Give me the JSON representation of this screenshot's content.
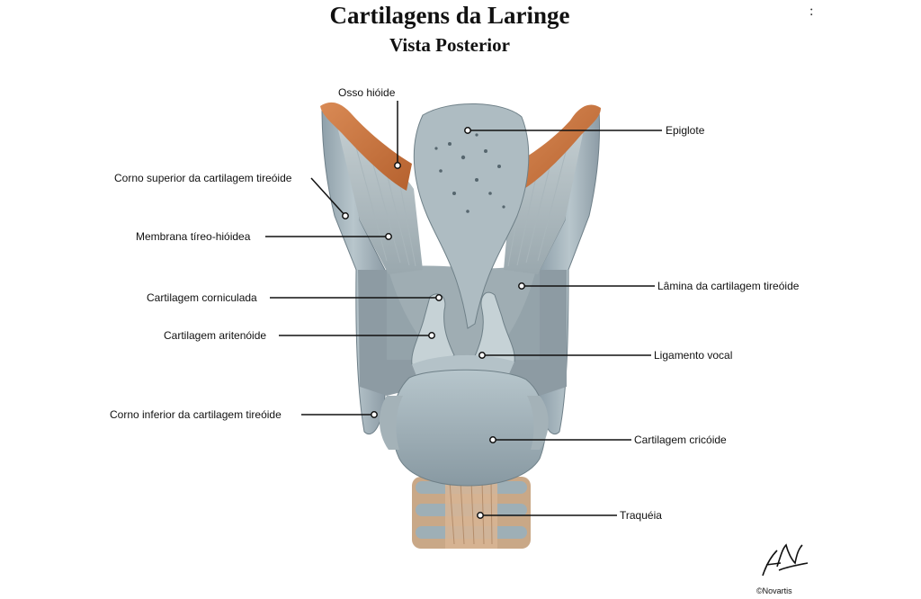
{
  "title": "Cartilagens da Laringe",
  "subtitle": "Vista Posterior",
  "corner_mark": ":",
  "labels": {
    "osso_hioide": "Osso hióide",
    "epiglote": "Epiglote",
    "corno_superior": "Corno superior da cartilagem tireóide",
    "membrana": "Membrana tíreo-hióidea",
    "lamina": "Lâmina da cartilagem tireóide",
    "corniculada": "Cartilagem corniculada",
    "aritenoide": "Cartilagem aritenóide",
    "ligamento": "Ligamento vocal",
    "corno_inferior": "Corno inferior da cartilagem tireóide",
    "cricoide": "Cartilagem cricóide",
    "traqueia": "Traquéia"
  },
  "signature": "F. Netter",
  "copyright": "©Novartis"
}
